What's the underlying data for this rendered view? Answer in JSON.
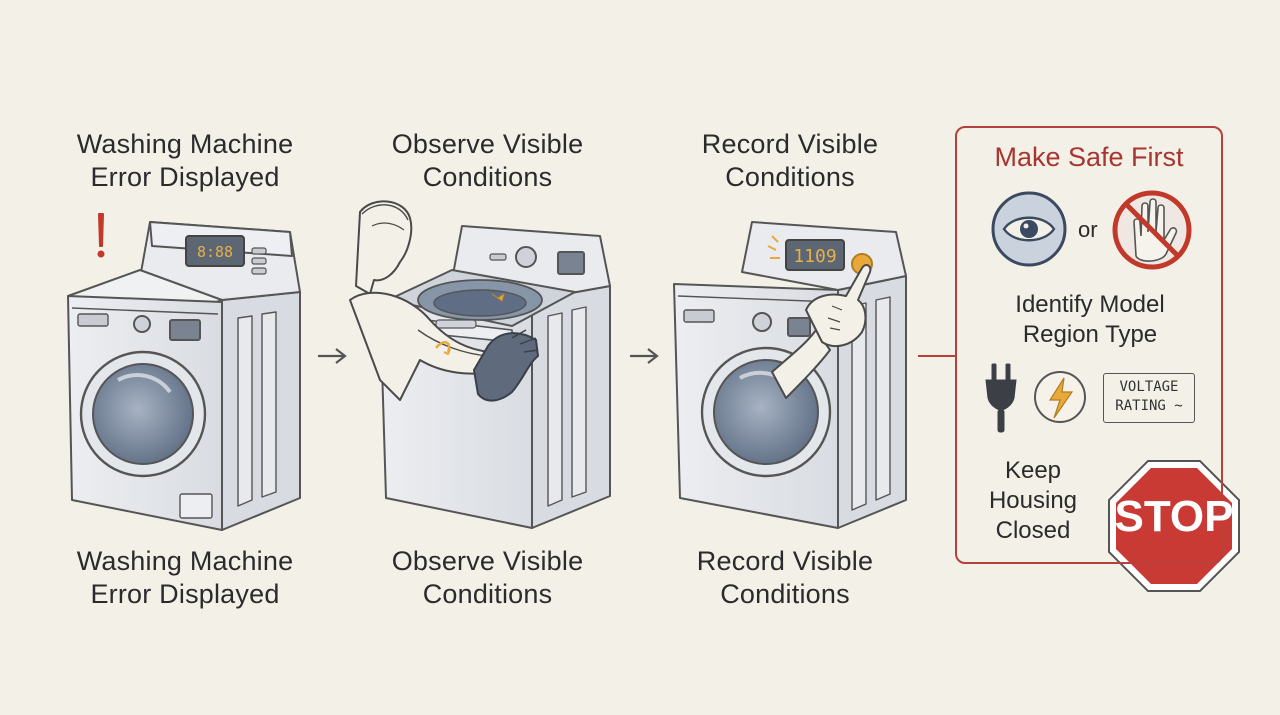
{
  "steps": [
    {
      "title_top": [
        "Washing Machine",
        "Error Displayed"
      ],
      "title_bottom": [
        "Washing Machine",
        "Error Displayed"
      ]
    },
    {
      "title_top": [
        "Observe Visible",
        "Conditions"
      ],
      "title_bottom": [
        "Observe Visible",
        "Conditions"
      ]
    },
    {
      "title_top": [
        "Record Visible",
        "Conditions"
      ],
      "title_bottom": [
        "Record Visible",
        "Conditions"
      ]
    }
  ],
  "machine3_display": "1109",
  "safety_panel": {
    "title": "Make Safe First",
    "or_label": "or",
    "identify_text": [
      "Identify Model",
      "Region Type"
    ],
    "voltage_label": [
      "VOLTAGE",
      "RATING ~"
    ],
    "keep_text": [
      "Keep",
      "Housing",
      "Closed"
    ],
    "stop_sign": "STOP"
  },
  "icons": [
    "exclamation-icon",
    "arrow-right-icon",
    "eye-icon",
    "no-touch-hand-icon",
    "power-plug-icon",
    "lightning-icon",
    "stop-sign-icon"
  ],
  "colors": {
    "background": "#f3f0e7",
    "accent_red": "#b5413b",
    "machine_gray": "#e4e6ea",
    "drum_blue": "#7f8ea3",
    "indicator_orange": "#e8a93a"
  }
}
